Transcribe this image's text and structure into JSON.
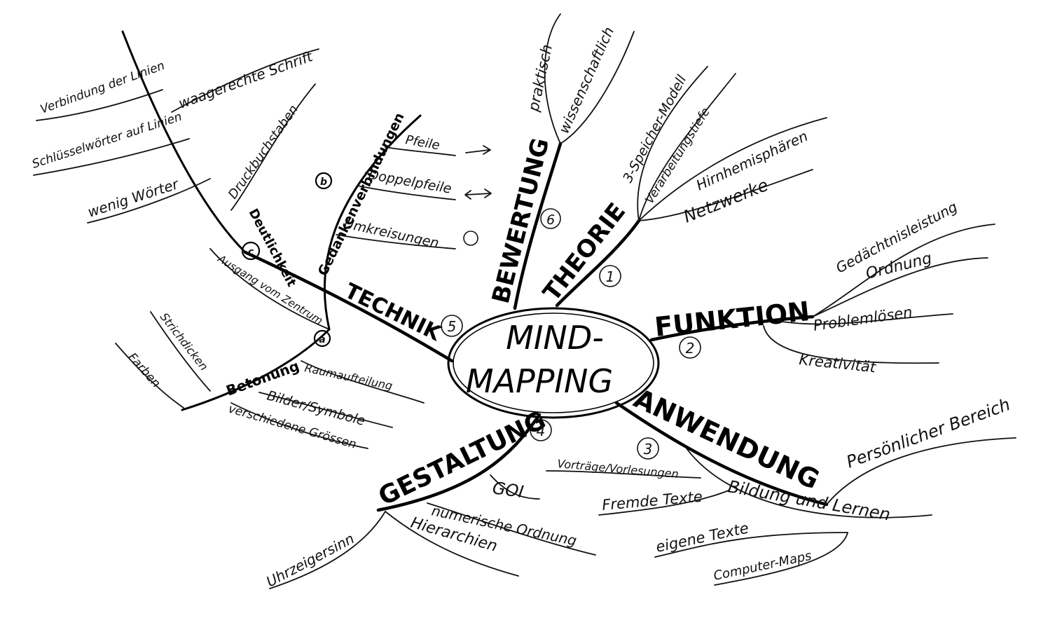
{
  "center": {
    "line1": "MIND-",
    "line2": "MAPPING"
  },
  "branches": {
    "theorie": {
      "label": "THEORIE",
      "number": "1",
      "items": [
        "3-Speicher-Modell",
        "Verarbeitungstiefe",
        "Hirnhemisphären",
        "Netzwerke"
      ]
    },
    "funktion": {
      "label": "FUNKTION",
      "number": "2",
      "items": [
        "Gedächtnisleistung",
        "Ordnung",
        "Problemlösen",
        "Kreativität"
      ]
    },
    "anwendung": {
      "label": "ANWENDUNG",
      "number": "3",
      "items": [
        "Persönlicher Bereich",
        "Bildung und Lernen",
        "Vorträge/Vorlesungen",
        "Fremde Texte",
        "eigene Texte",
        "Computer-Maps"
      ]
    },
    "gestaltung": {
      "label": "GESTALTUNG",
      "number": "4",
      "items": [
        "GOI",
        "numerische Ordnung",
        "Hierarchien",
        "Uhrzeigersinn"
      ]
    },
    "technik": {
      "label": "TECHNIK",
      "number": "5",
      "sub_a": {
        "label": "Betonung",
        "marker": "a",
        "items": [
          "Raumaufteilung",
          "Bilder/Symbole",
          "verschiedene Grössen",
          "Farben",
          "Strichdicken"
        ]
      },
      "sub_b": {
        "label": "Gedankenverbindungen",
        "marker": "b",
        "items": [
          "Pfeile",
          "Doppelpfeile",
          "Umkreisungen"
        ]
      },
      "sub_c": {
        "label": "Deutlichkeit",
        "marker": "c",
        "items": [
          "Druckbuchstaben",
          "waagerechte Schrift",
          "Verbindung der Linien",
          "Schlüsselwörter auf Linien",
          "wenig Wörter"
        ]
      },
      "extra": "Ausgang vom Zentrum"
    },
    "bewertung": {
      "label": "BEWERTUNG",
      "number": "6",
      "items": [
        "praktisch",
        "wissenschaftlich"
      ]
    }
  }
}
